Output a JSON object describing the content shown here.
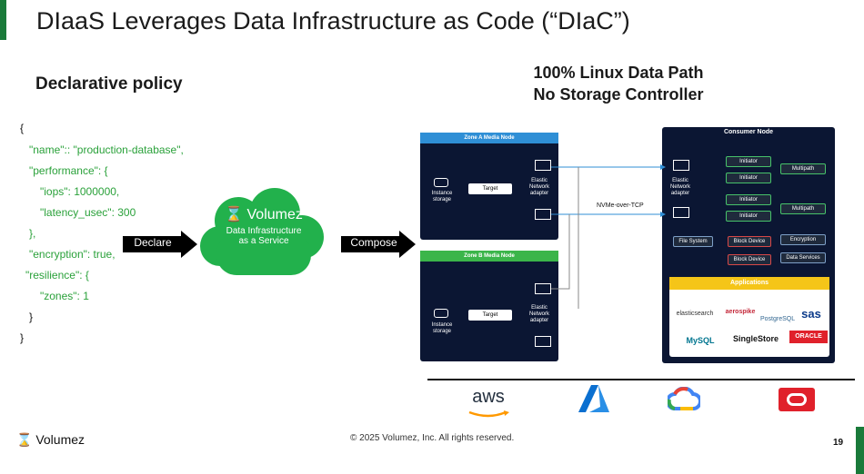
{
  "slide": {
    "title": "DIaaS Leverages Data Infrastructure as Code (“DIaC”)",
    "left_heading": "Declarative policy",
    "right_heading_line1": "100% Linux Data Path",
    "right_heading_line2": "No Storage Controller",
    "accent_color": "#1a7a3a"
  },
  "policy_code": [
    "{",
    "\"name\":: \"production-database\",",
    "\"performance\": {",
    "\"iops\": 1000000,",
    "\"latency_usec\": 300",
    "},",
    "\"encryption\": true,",
    "\"resilience\": {",
    "\"zones\": 1",
    "}",
    "}"
  ],
  "flow": {
    "declare_label": "Declare",
    "compose_label": "Compose",
    "cloud_brand": "Volumez",
    "cloud_line1": "Data Infrastructure",
    "cloud_line2": "as a  Service",
    "cloud_color": "#22b14c"
  },
  "diagram": {
    "zone_a_title": "Zone A Media Node",
    "zone_b_title": "Zone B Media Node",
    "zone_a_color": "#2f8fd6",
    "zone_b_color": "#3bb54a",
    "instance_storage": "Instance storage",
    "target": "Target",
    "elastic_network_adapter": "Elastic Network adapter",
    "nvme_label": "NVMe-over-TCP",
    "consumer_title": "Consumer Node",
    "initiator": "Initiator",
    "multipath": "Multipath",
    "file_system": "File System",
    "block_device": "Block Device",
    "encryption": "Encryption",
    "data_services": "Data Services",
    "applications_title": "Applications",
    "apps": [
      "elasticsearch",
      "aerospike",
      "PostgreSQL",
      "sas",
      "MySQL",
      "SingleStore",
      "ORACLE"
    ]
  },
  "clouds": [
    "aws",
    "Azure",
    "Google Cloud",
    "Oracle Cloud"
  ],
  "footer": {
    "logo": "Volumez",
    "copyright": "© 2025 Volumez, Inc. All rights reserved.",
    "page": "19"
  }
}
